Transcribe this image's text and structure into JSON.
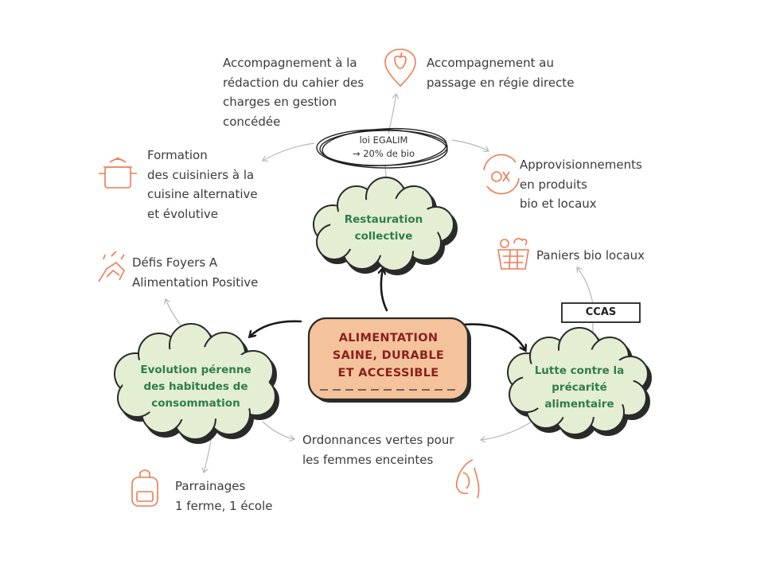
{
  "center": {
    "label": "ALIMENTATION\nSAINE, DURABLE\nET ACCESSIBLE"
  },
  "clouds": {
    "restauration": "Restauration\ncollective",
    "evolution": "Evolution pérenne\ndes habitudes de\nconsommation",
    "lutte": "Lutte contre la\nprécarité\nalimentaire"
  },
  "egalim": "loi EGALIM\n→ 20% de bio",
  "ccas": "CCAS",
  "items": {
    "cahier_charges": "Accompagnement à la\nrédaction du cahier des\ncharges en gestion\nconcédée",
    "regie_directe": "Accompagnement au\npassage en régie directe",
    "formation": "Formation\ndes cuisiniers à la\ncuisine alternative\net évolutive",
    "approvisionnements": "Approvisionnements\nen produits\nbio et locaux",
    "defis": "Défis Foyers A\nAlimentation Positive",
    "paniers": "Paniers bio locaux",
    "ordonnances": "Ordonnances vertes pour\nles femmes enceintes",
    "parrainages": "Parrainages\n1 ferme, 1 école"
  },
  "icons": [
    "apple-pin-icon",
    "cooking-pot-icon",
    "produce-cycle-icon",
    "handshake-icon",
    "produce-basket-icon",
    "backpack-icon",
    "pregnant-woman-icon"
  ],
  "colors": {
    "icon": "#f07a52",
    "cloud_fill": "#e3eed3",
    "cloud_text": "#2f7d4c",
    "center_fill": "#f4c39b",
    "center_text": "#8a1f1f",
    "arrow": "#1a1a1a",
    "connector": "#b7b7b7"
  }
}
